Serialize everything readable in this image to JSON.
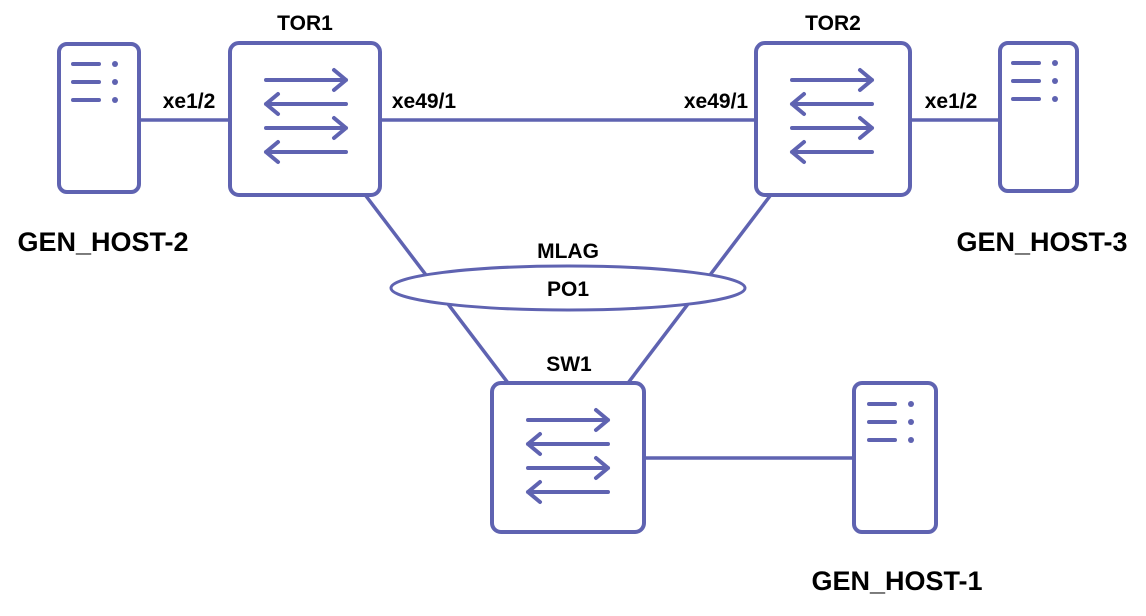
{
  "colors": {
    "stroke": "#5f63b1",
    "background": "#ffffff",
    "text": "#000000"
  },
  "devices": {
    "tor1": {
      "label": "TOR1",
      "icon": "switch-icon"
    },
    "tor2": {
      "label": "TOR2",
      "icon": "switch-icon"
    },
    "sw1": {
      "label": "SW1",
      "icon": "switch-icon"
    }
  },
  "hosts": {
    "gen_host_1": {
      "label": "GEN_HOST-1",
      "icon": "server-icon"
    },
    "gen_host_2": {
      "label": "GEN_HOST-2",
      "icon": "server-icon"
    },
    "gen_host_3": {
      "label": "GEN_HOST-3",
      "icon": "server-icon"
    }
  },
  "ports": {
    "host2_tor1": "xe1/2",
    "tor1_tor2": "xe49/1",
    "tor2_tor1": "xe49/1",
    "tor2_host3": "xe1/2"
  },
  "bundle": {
    "line1": "MLAG",
    "line2": "PO1"
  }
}
